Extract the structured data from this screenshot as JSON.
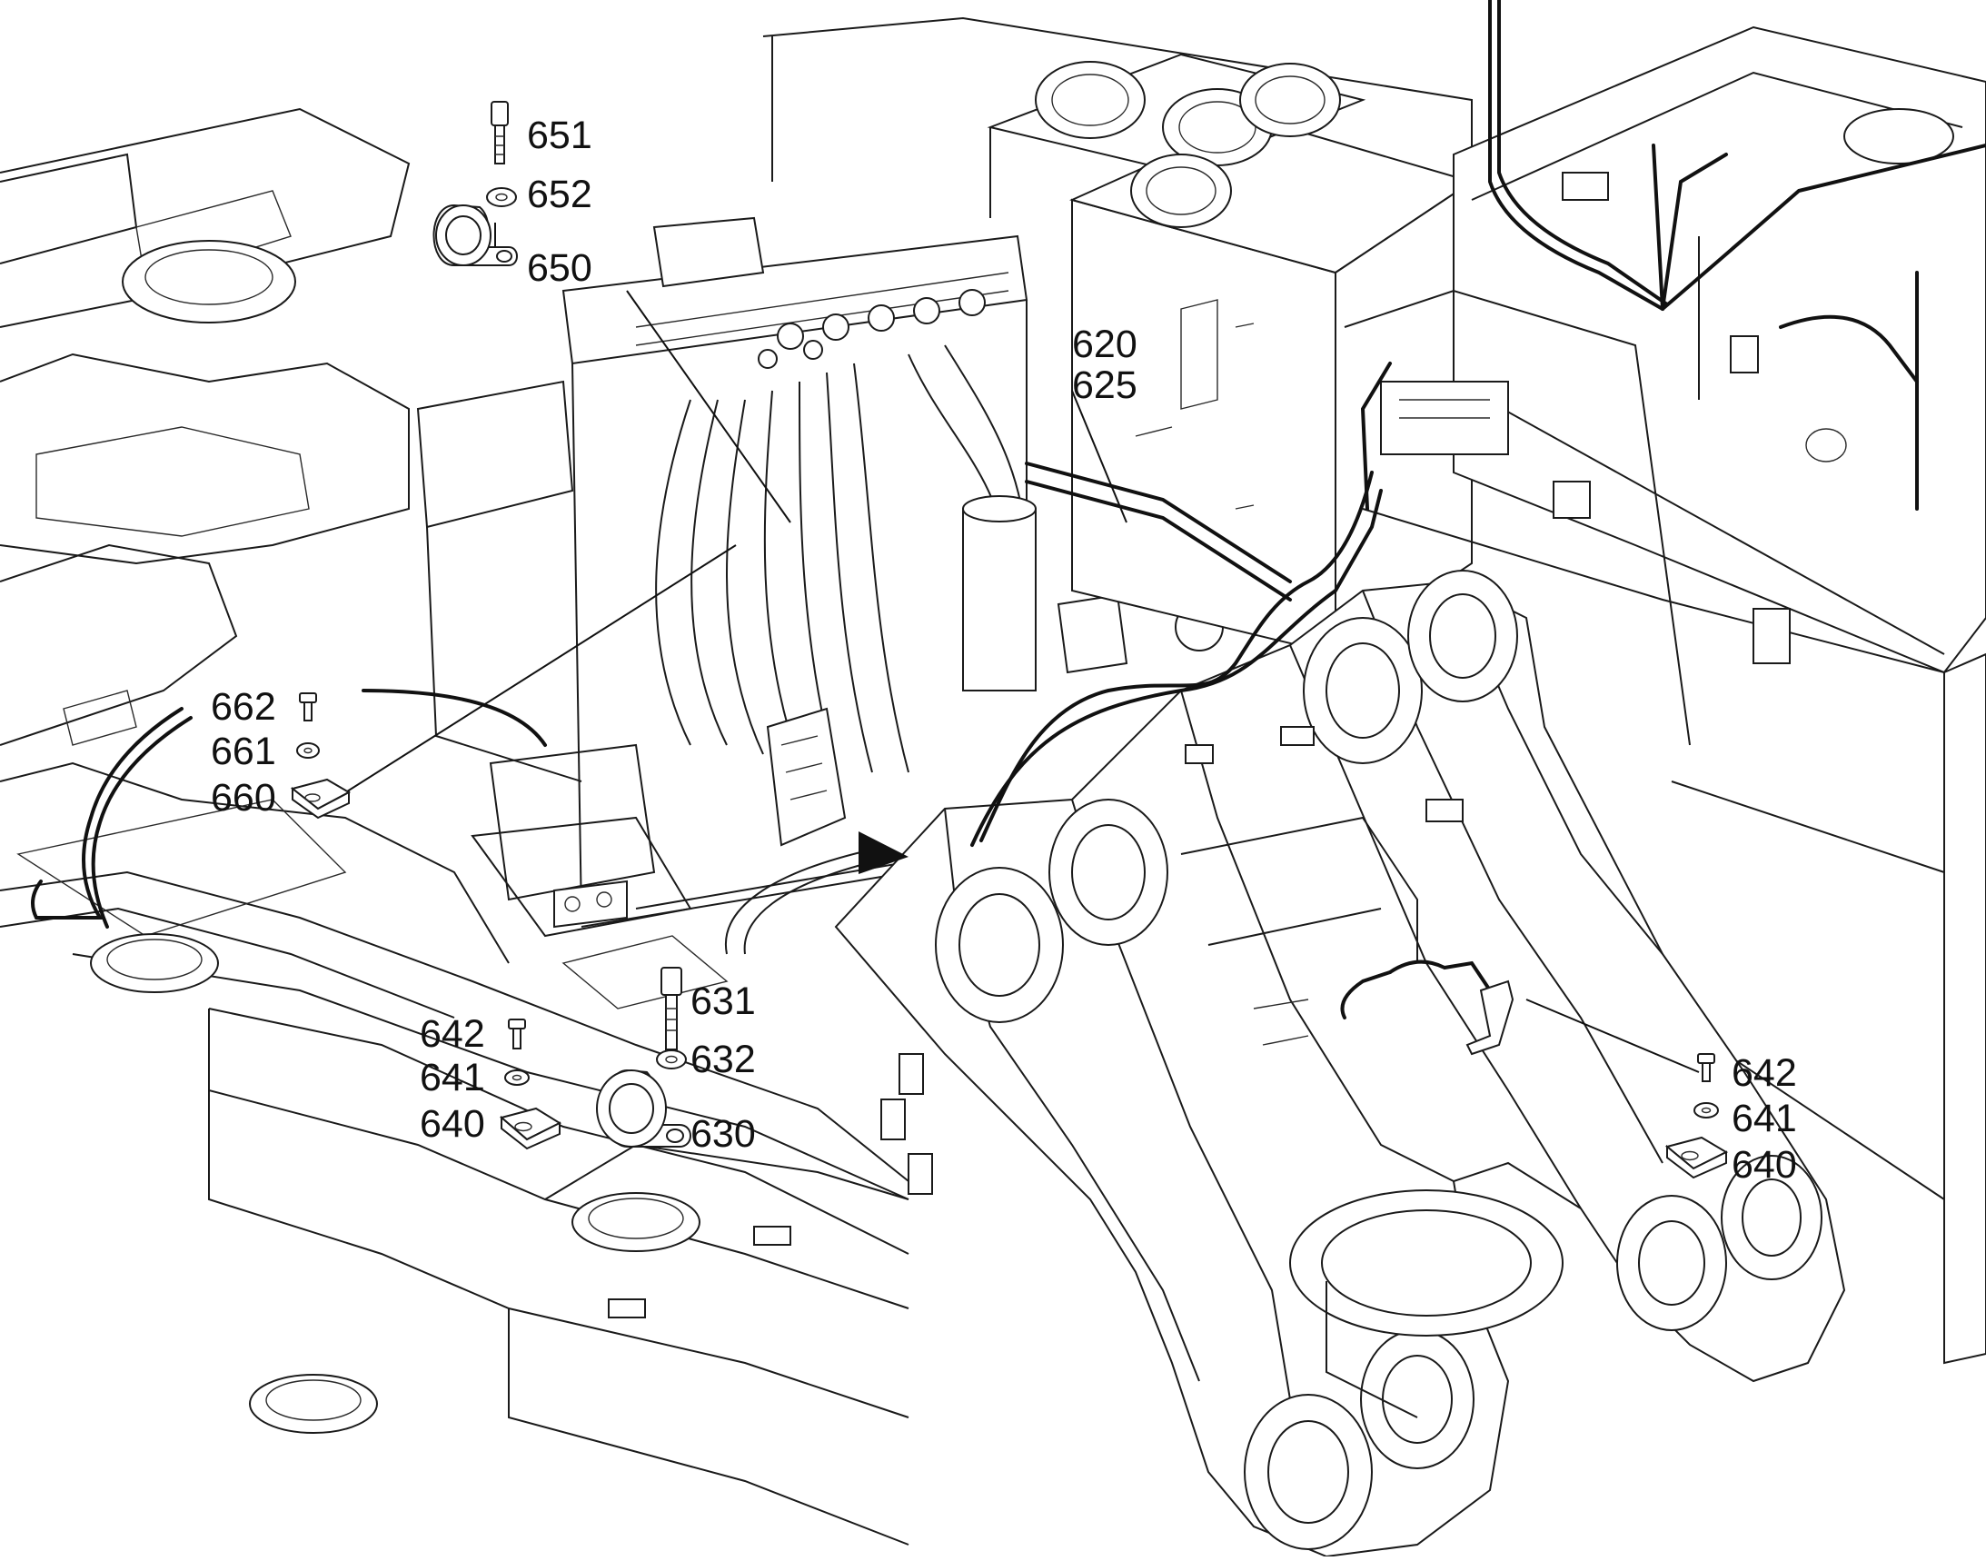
{
  "diagram": {
    "callouts": {
      "c651": "651",
      "c652": "652",
      "c650": "650",
      "c620": "620",
      "c625": "625",
      "c662": "662",
      "c661": "661",
      "c660": "660",
      "c631": "631",
      "c632": "632",
      "c630": "630",
      "c642a": "642",
      "c641a": "641",
      "c640a": "640",
      "c642b": "642",
      "c641b": "641",
      "c640b": "640"
    },
    "icons": [
      "bolt-icon",
      "washer-icon",
      "pipe-clamp-icon",
      "cable-tie-base-icon"
    ],
    "colors": {
      "line": "#1a1a1a",
      "background": "#ffffff"
    }
  }
}
